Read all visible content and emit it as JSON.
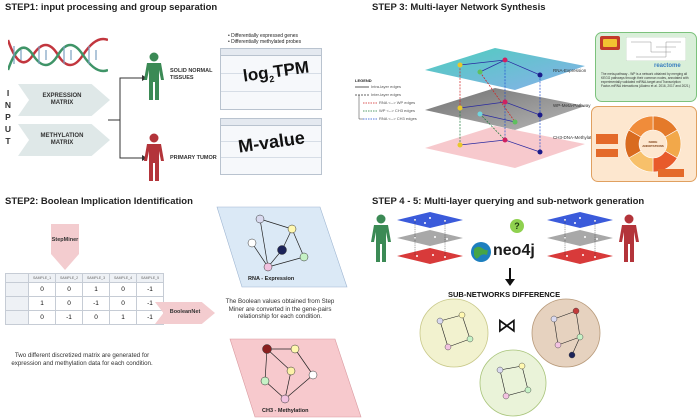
{
  "step1": {
    "title": "STEP1: input processing and group separation",
    "input_letters": [
      "I",
      "N",
      "P",
      "U",
      "T"
    ],
    "expression_label_l1": "EXPRESSION",
    "expression_label_l2": "MATRIX",
    "methylation_label_l1": "METHYLATION",
    "methylation_label_l2": "MATRIX",
    "normal_l1": "SOLID NORMAL",
    "normal_l2": "TISSUES",
    "tumor": "PRIMARY TUMOR",
    "bullet1": "Differentially expressed genes",
    "bullet2": "Differentially methylated probes",
    "log_prefix": "log",
    "log_sub": "2",
    "log_suffix": "TPM",
    "mvalue": "M-value"
  },
  "step2": {
    "title": "STEP2: Boolean Implication Identification",
    "stepminer": "StepMiner",
    "booleannet": "BooleanNet",
    "table_headers": [
      "SAMPLE_1",
      "SAMPLE_2",
      "SAMPLE_3",
      "SAMPLE_4",
      "SAMPLE_5"
    ],
    "table_rows": [
      [
        "0",
        "0",
        "1",
        "0",
        "-1"
      ],
      [
        "1",
        "0",
        "-1",
        "0",
        "-1"
      ],
      [
        "0",
        "-1",
        "0",
        "1",
        "-1"
      ]
    ],
    "left_text": "Two different discretized matrix are generated for expression and methylation data for each condition.",
    "middle_text": "The Boolean values obtained from Step Miner are converted in the gene-pairs relationship for each condition.",
    "rna_label": "RNA - Expression",
    "ch3_label": "CH3 - Methylation"
  },
  "step3": {
    "title": "STEP 3: Multi-layer Network Synthesis",
    "legend_title": "LEGEND",
    "legend_intra": "Intra-layer edges",
    "legend_inter": "Inter-layer edges",
    "legend_rna_wp": "RNA <--> WP edges",
    "legend_wp_ch3": "WP <--> CH3 edges",
    "legend_rna_ch3": "RNA <--> CH3 edges",
    "layer_rna": "RNA-Expression",
    "layer_wp": "WP-Meta-Pathway",
    "layer_ch3": "CH3-DNA-Methylation",
    "reactome": "reactome",
    "meta_text": "The meta-pathway - WP is a network obtained by merging all KEGG pathways through their common nodes, annotated with experimentally validated miRNA-target and Transcription Factor-miRNA interactions (Alaimo et al. 2016, 2017 and 2021)",
    "donut_center": "NODE ANNOTATIONS"
  },
  "step45": {
    "title": "STEP 4 - 5: Multi-layer querying and sub-network generation",
    "question": "?",
    "neo4j": "neo4j",
    "subnet_title": "SUB-NETWORKS DIFFERENCE",
    "bowtie": "⋈"
  },
  "colors": {
    "arrow_fill": "#dfe8e8",
    "bool_arrow": "#f3cccf",
    "normal_green": "#3b8a55",
    "tumor_red": "#b3343a",
    "rna_layer": "#dbe9f6",
    "ch3_layer": "#f7c9cd",
    "wp_layer": "#8a8a8a",
    "subnet_yellow": "#f2f2cf",
    "subnet_tan": "#e6d2bf",
    "teal_top": "#3ec9b8"
  }
}
